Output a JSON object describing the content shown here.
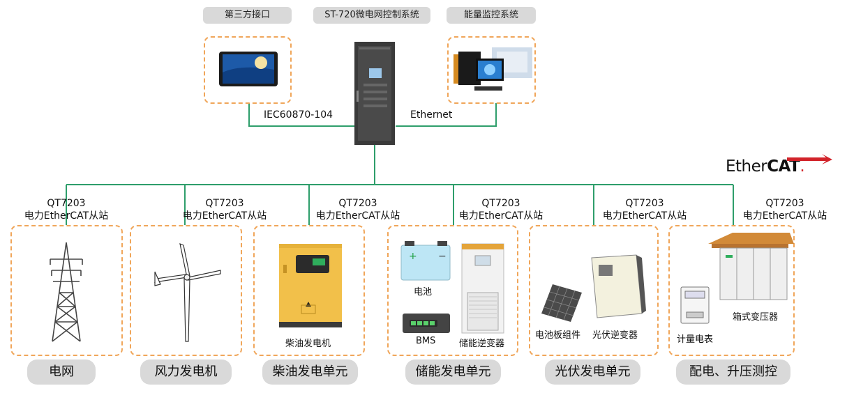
{
  "top_labels": {
    "third_party": "第三方接口",
    "system": "ST-720微电网控制系统",
    "energy_monitor": "能量监控系统"
  },
  "links": {
    "left": "IEC60870-104",
    "right": "Ethernet"
  },
  "logo": {
    "ether": "Ether",
    "cat": "CAT",
    "mark": "."
  },
  "slaves": [
    {
      "model": "QT7203",
      "desc": "电力EtherCAT从站"
    },
    {
      "model": "QT7203",
      "desc": "电力EtherCAT从站"
    },
    {
      "model": "QT7203",
      "desc": "电力EtherCAT从站"
    },
    {
      "model": "QT7203",
      "desc": "电力EtherCAT从站"
    },
    {
      "model": "QT7203",
      "desc": "电力EtherCAT从站"
    },
    {
      "model": "QT7203",
      "desc": "电力EtherCAT从站"
    }
  ],
  "units": {
    "grid": "电网",
    "wind": "风力发电机",
    "diesel": "柴油发电单元",
    "storage": "储能发电单元",
    "pv": "光伏发电单元",
    "distribution": "配电、升压测控"
  },
  "captions": {
    "diesel_gen": "柴油发电机",
    "battery": "电池",
    "bms": "BMS",
    "storage_inverter": "储能逆变器",
    "pv_panel": "电池板组件",
    "pv_inverter": "光伏逆变器",
    "meter": "计量电表",
    "box_transformer": "箱式变压器"
  },
  "colors": {
    "bus_line": "#2e9e6b",
    "dash_border": "#f0a65a",
    "pill_bg": "#d9d9d9",
    "logo_red": "#d2232a"
  }
}
